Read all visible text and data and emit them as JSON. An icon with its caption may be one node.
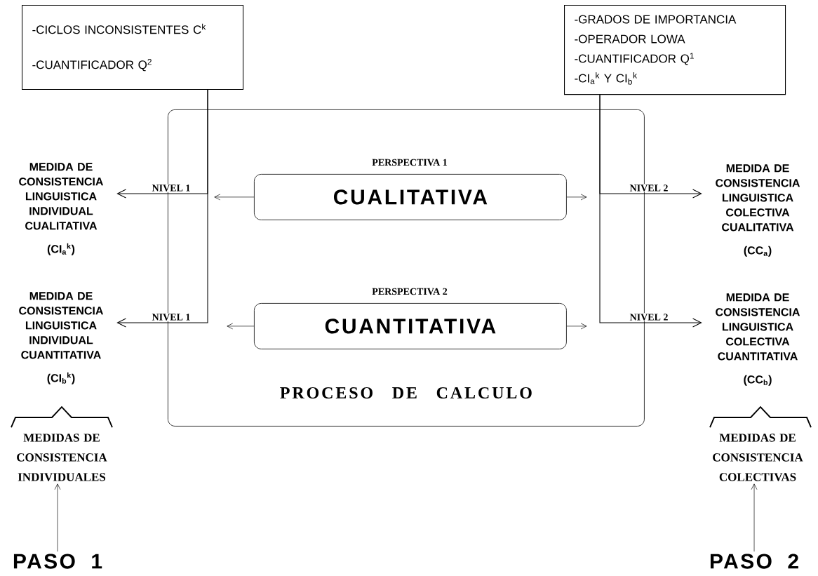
{
  "diagram": {
    "nodes": [
      {
        "text": [
          "-CICLOS INCONSISTENTES C$^{k}$",
          "-CUANTIFICADOR Q$^{2}$"
        ]
      },
      {
        "text": [
          "-GRADOS DE IMPORTANCIA",
          "-OPERADOR LOWA",
          "-CUANTIFICADOR Q$^{1}$",
          "-CI$_{a}$$^{k}$ Y CI$_{b}$$^{k}$"
        ]
      },
      {
        "text": [
          "PROCESO DE CALCULO"
        ]
      },
      {
        "text": [
          "PERSPECTIVA 1",
          "CUALITATIVA"
        ],
        "in": 2
      },
      {
        "text": [
          "PERSPECTIVA 2",
          "CUANTITATIVA"
        ],
        "in": 2
      },
      {
        "text": [
          "MEDIDA DE CONSISTENCIA LINGUISTICA INDIVIDUAL CUALITATIVA",
          "(CI$_{a}$$^{k}$)"
        ]
      },
      {
        "text": [
          "MEDIDA DE CONSISTENCIA LINGUISTICA INDIVIDUAL CUANTITATIVA",
          "(CI$_{b}$$^{k}$)"
        ]
      },
      {
        "text": [
          "MEDIDA DE CONSISTENCIA LINGUISTICA COLECTIVA CUALITATIVA",
          "(CC$_{a}$)"
        ]
      },
      {
        "text": [
          "MEDIDA DE CONSISTENCIA LINGUISTICA COLECTIVA CUANTITATIVA",
          "(CC$_{b}$)"
        ]
      },
      {
        "text": [
          "MEDIDAS DE CONSISTENCIA INDIVIDUALES"
        ]
      },
      {
        "text": [
          "PASO 1"
        ]
      },
      {
        "text": [
          "MEDIDAS DE CONSISTENCIA COLECTIVAS"
        ]
      },
      {
        "text": [
          "PASO 2"
        ]
      }
    ],
    "edges": [
      {
        "from": 0,
        "to": 5,
        "arrow": "to",
        "label": "NIVEL 1"
      },
      {
        "from": 0,
        "to": 6,
        "arrow": "to",
        "label": "NIVEL 1"
      },
      {
        "from": 3,
        "to": null,
        "arrow": "to"
      },
      {
        "from": 3,
        "to": null,
        "arrow": "to"
      },
      {
        "from": 4,
        "to": null,
        "arrow": "to"
      },
      {
        "from": 4,
        "to": null,
        "arrow": "to"
      },
      {
        "from": 1,
        "to": 7,
        "arrow": "to",
        "label": "NIVEL 2"
      },
      {
        "from": 1,
        "to": 8,
        "arrow": "to",
        "label": "NIVEL 2"
      },
      {
        "from": 10,
        "to": 9,
        "arrow": "to"
      },
      {
        "from": 12,
        "to": 11,
        "arrow": "to"
      }
    ]
  }
}
